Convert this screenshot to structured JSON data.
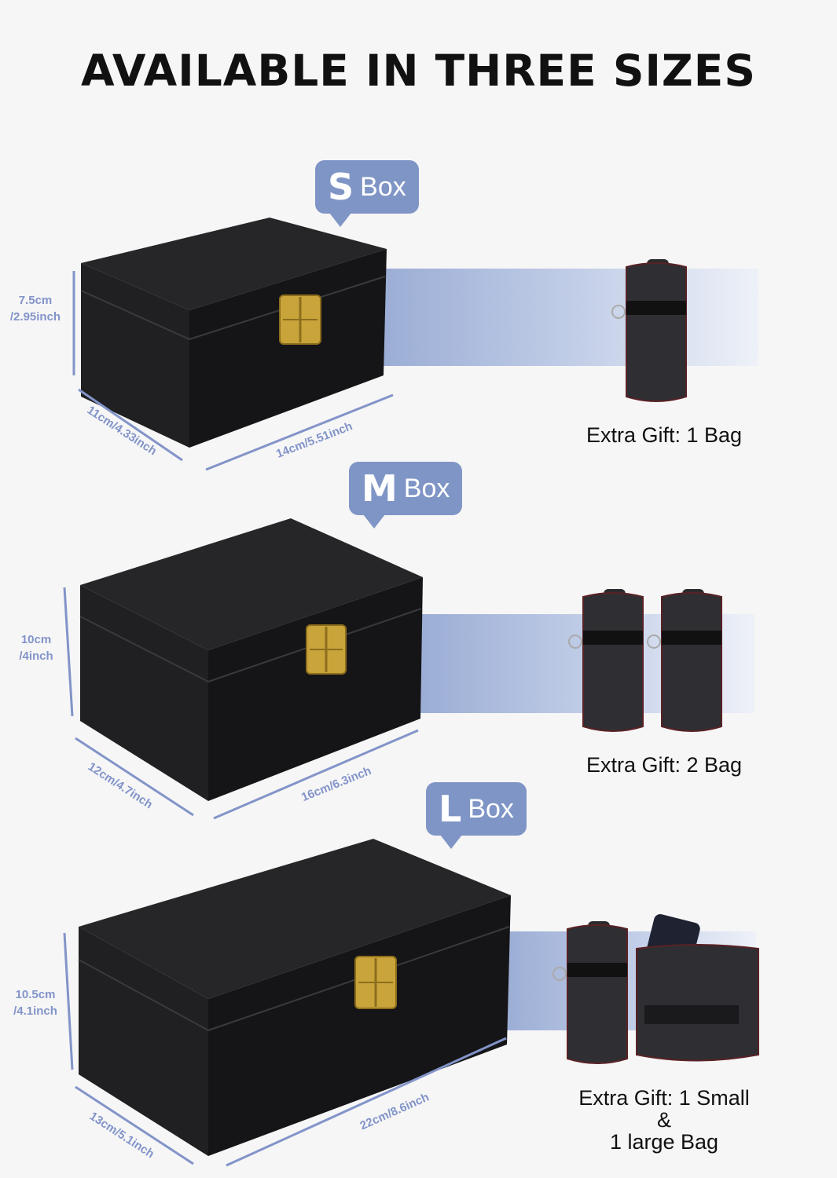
{
  "title": "AVAILABLE IN THREE SIZES",
  "colors": {
    "accent": "#7f95c6",
    "box": "#1c1c1e",
    "latch": "#c9a43a"
  },
  "sections": [
    {
      "size_letter": "S",
      "size_word": "Box",
      "height_cm": "7.5cm",
      "height_in": "/2.95inch",
      "depth": "11cm/4.33inch",
      "width": "14cm/5.51inch",
      "gift": [
        "Extra Gift: 1 Bag"
      ]
    },
    {
      "size_letter": "M",
      "size_word": "Box",
      "height_cm": "10cm",
      "height_in": "/4inch",
      "depth": "12cm/4.7inch",
      "width": "16cm/6.3inch",
      "gift": [
        "Extra Gift: 2 Bag"
      ]
    },
    {
      "size_letter": "L",
      "size_word": "Box",
      "height_cm": "10.5cm",
      "height_in": "/4.1inch",
      "depth": "13cm/5.1inch",
      "width": "22cm/8.6inch",
      "gift": [
        "Extra Gift: 1 Small",
        "&",
        "1 large Bag"
      ]
    }
  ]
}
